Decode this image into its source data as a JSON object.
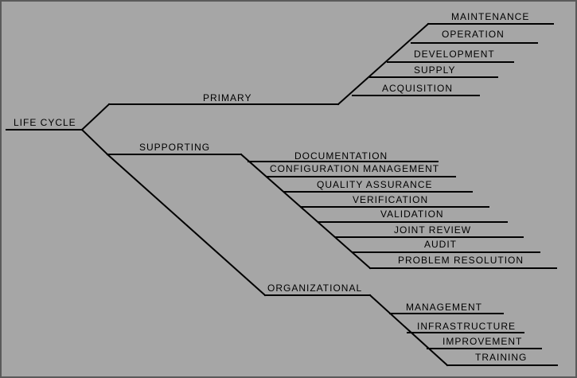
{
  "colors": {
    "background": "#a6a6a6",
    "border": "#5a5a5a",
    "lines": "#000000",
    "text": "#000000"
  },
  "root": "LIFE CYCLE",
  "branches": {
    "primary": {
      "label": "PRIMARY",
      "items": [
        "MAINTENANCE",
        "OPERATION",
        "DEVELOPMENT",
        "SUPPLY",
        "ACQUISITION"
      ]
    },
    "supporting": {
      "label": "SUPPORTING",
      "items": [
        "DOCUMENTATION",
        "CONFIGURATION MANAGEMENT",
        "QUALITY ASSURANCE",
        "VERIFICATION",
        "VALIDATION",
        "JOINT REVIEW",
        "AUDIT",
        "PROBLEM RESOLUTION"
      ]
    },
    "organizational": {
      "label": "ORGANIZATIONAL",
      "items": [
        "MANAGEMENT",
        "INFRASTRUCTURE",
        "IMPROVEMENT",
        "TRAINING"
      ]
    }
  }
}
